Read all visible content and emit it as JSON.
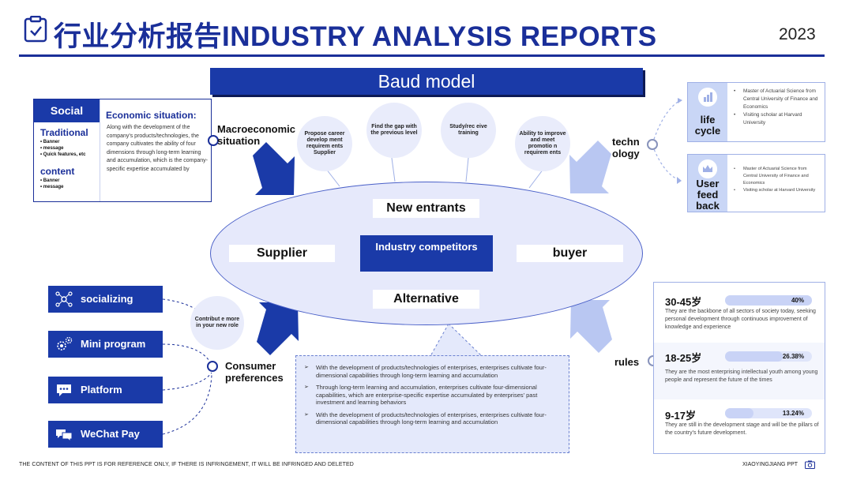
{
  "header": {
    "title": "行业分析报告INDUSTRY ANALYSIS REPORTS",
    "year": "2023"
  },
  "banner": "Baud model",
  "social_box": {
    "heading": "Social",
    "traditional_label": "Traditional",
    "traditional_items": [
      "Banner",
      "message",
      "Quick features, etc"
    ],
    "content_label": "content",
    "content_items": [
      "Banner",
      "message"
    ],
    "economic_title": "Economic situation:",
    "economic_text": "Along with the development of the company's products/technologies, the company cultivates the ability of four dimensions through long-term learning and accumulation, which is the company-specific expertise accumulated by"
  },
  "model": {
    "new_entrants": "New entrants",
    "alternative": "Alternative",
    "supplier": "Supplier",
    "buyer": "buyer",
    "industry_competitors": "Industry competitors"
  },
  "labels": {
    "macroeconomic": "Macroeconomic situation",
    "technology": "techn ology",
    "rules": "rules",
    "consumer_preferences": "Consumer preferences"
  },
  "circles": [
    "Propose career develop ment requirem ents Supplier",
    "Find the gap with the previous level",
    "Study/rec eive training",
    "Ability to improve and meet promotio n requirem ents"
  ],
  "contribute_circle": "Contribut e more in your new role",
  "life_cycle": {
    "label": "life cycle",
    "items": [
      "Master of Actuarial Science from Central University of Finance and Economics",
      "Visiting scholar at Harvard University"
    ]
  },
  "user_feedback": {
    "label": "User feed back",
    "items": [
      "Master of Actuarial Science from Central University of Finance and Economics",
      "Visiting scholar at Harvard University"
    ]
  },
  "apps": [
    {
      "label": "socializing",
      "icon": "network-icon"
    },
    {
      "label": "Mini program",
      "icon": "gears-icon"
    },
    {
      "label": "Platform",
      "icon": "chat-bubble-icon"
    },
    {
      "label": "WeChat Pay",
      "icon": "wechat-icon"
    }
  ],
  "panel_items": [
    "With the development of products/technologies of enterprises, enterprises cultivate four-dimensional capabilities through long-term learning and accumulation",
    "Through long-term learning and accumulation, enterprises cultivate four-dimensional capabilities, which are enterprise-specific expertise accumulated by enterprises' past investment and learning behaviors",
    "With the development of products/technologies of enterprises, enterprises cultivate four-dimensional capabilities through long-term learning and accumulation"
  ],
  "demographics": [
    {
      "age": "30-45岁",
      "percent_label": "40%",
      "percent": 40,
      "desc": "They are the backbone of all sectors of society today, seeking personal development through continuous improvement of knowledge and experience"
    },
    {
      "age": "18-25岁",
      "percent_label": "26.38%",
      "percent": 26.38,
      "desc": "They are the most enterprising intellectual youth among young people and represent the future of the times"
    },
    {
      "age": "9-17岁",
      "percent_label": "13.24%",
      "percent": 13.24,
      "desc": "They are still in the development stage and will be the pillars of the country's future development."
    }
  ],
  "footer": {
    "left": "THE CONTENT OF THIS PPT IS FOR REFERENCE ONLY, IF THERE IS INFRINGEMENT, IT WILL BE INFRINGED AND DELETED",
    "right": "XIAOYINGJIANG PPT"
  },
  "colors": {
    "primary": "#1a3aa8",
    "light": "#e6e9fb",
    "arrow_light": "#b9c7f2"
  }
}
